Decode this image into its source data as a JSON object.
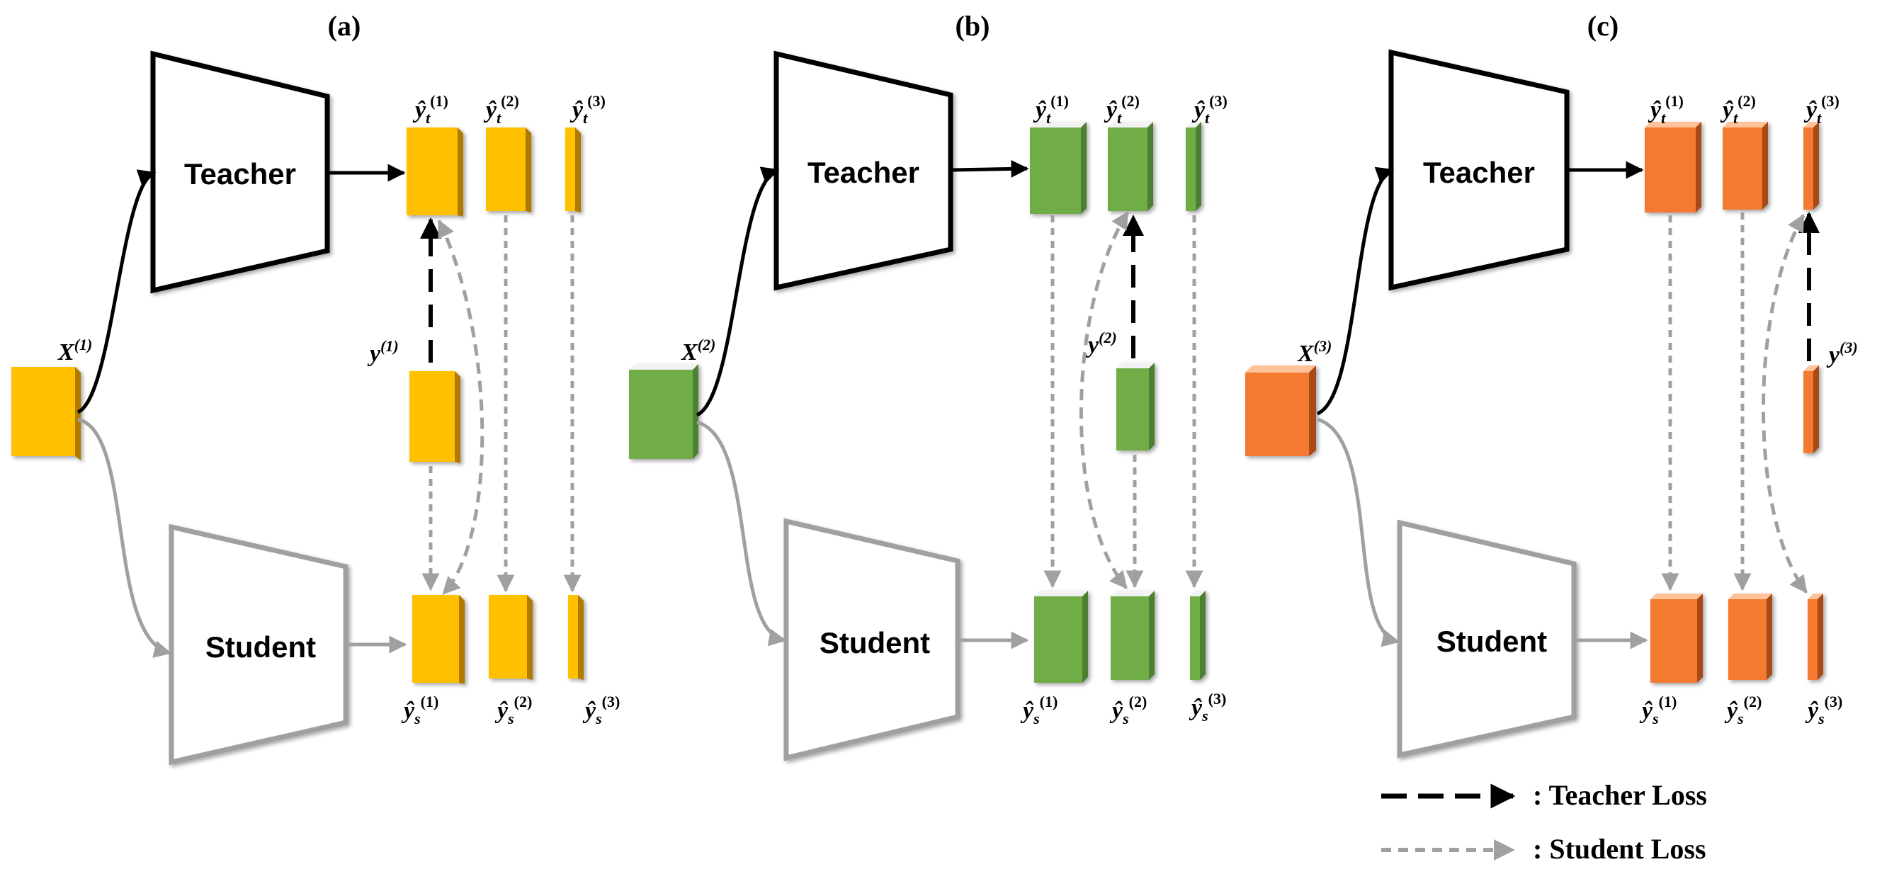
{
  "colors": {
    "panel_a": {
      "face": "#FFC000",
      "side": "#B07A00",
      "top": "#FFE48A"
    },
    "panel_b": {
      "face": "#70AD47",
      "side": "#4E7F30",
      "top": "#F2F2F2"
    },
    "panel_c": {
      "face": "#F47A30",
      "side": "#A84A12",
      "top": "#FFC299"
    },
    "teacher_border": "#000000",
    "student_border": "#A0A0A0",
    "teacher_loss": "#000000",
    "student_loss": "#A0A0A0"
  },
  "panels": [
    {
      "id": "a",
      "label": "(a)",
      "teacher_label": "Teacher",
      "student_label": "Student",
      "input_label": {
        "base": "X",
        "sup": "(1)"
      },
      "gt_label": {
        "base": "y",
        "sup": "(1)"
      },
      "teacher_outputs": [
        "(1)",
        "(2)",
        "(3)"
      ],
      "student_outputs": [
        "(1)",
        "(2)",
        "(3)"
      ]
    },
    {
      "id": "b",
      "label": "(b)",
      "teacher_label": "Teacher",
      "student_label": "Student",
      "input_label": {
        "base": "X",
        "sup": "(2)"
      },
      "gt_label": {
        "base": "y",
        "sup": "(2)"
      },
      "teacher_outputs": [
        "(1)",
        "(2)",
        "(3)"
      ],
      "student_outputs": [
        "(1)",
        "(2)",
        "(3)"
      ]
    },
    {
      "id": "c",
      "label": "(c)",
      "teacher_label": "Teacher",
      "student_label": "Student",
      "input_label": {
        "base": "X",
        "sup": "(3)"
      },
      "gt_label": {
        "base": "y",
        "sup": "(3)"
      },
      "teacher_outputs": [
        "(1)",
        "(2)",
        "(3)"
      ],
      "student_outputs": [
        "(1)",
        "(2)",
        "(3)"
      ]
    }
  ],
  "legend": {
    "teacher_loss": ": Teacher Loss",
    "student_loss": ": Student Loss"
  }
}
